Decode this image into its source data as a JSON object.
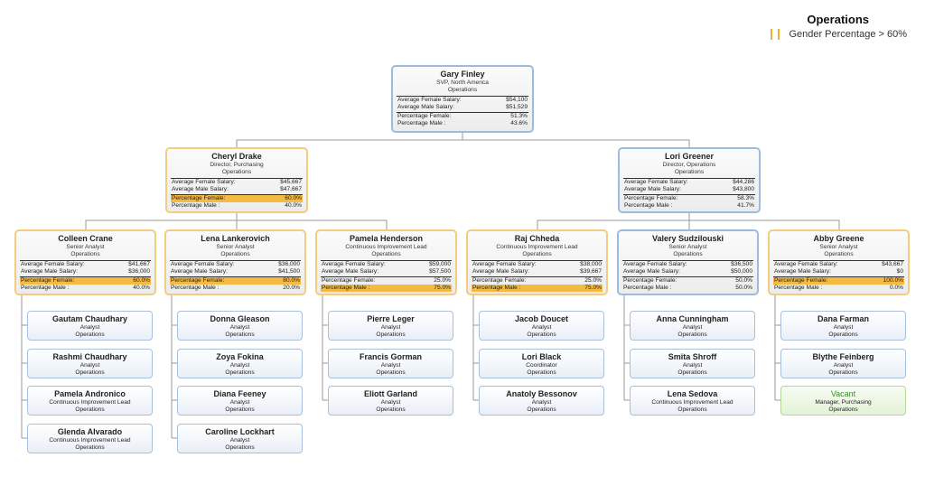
{
  "legend": {
    "title": "Operations",
    "label": "Gender Percentage > 60%"
  },
  "stat_labels": {
    "female_salary": "Average Female Salary:",
    "male_salary": "Average Male Salary:",
    "pct_female": "Percentage Female:",
    "pct_male": "Percentage Male :"
  },
  "root": {
    "name": "Gary Finley",
    "title": "SVP, North America",
    "dept": "Operations",
    "female_salary": "$54,100",
    "male_salary": "$51,529",
    "pct_female": "51.3%",
    "pct_male": "43.6%"
  },
  "managers": [
    {
      "name": "Cheryl Drake",
      "title": "Director, Purchasing",
      "dept": "Operations",
      "female_salary": "$45,667",
      "male_salary": "$47,667",
      "pct_female": "60.0%",
      "pct_male": "40.0%"
    },
    {
      "name": "Lori Greener",
      "title": "Director, Operations",
      "dept": "Operations",
      "female_salary": "$44,286",
      "male_salary": "$43,800",
      "pct_female": "58.3%",
      "pct_male": "41.7%"
    }
  ],
  "teams": [
    {
      "name": "Colleen Crane",
      "title": "Senior Analyst",
      "dept": "Operations",
      "female_salary": "$41,667",
      "male_salary": "$36,000",
      "pct_female": "60.0%",
      "pct_male": "40.0%",
      "reports": [
        {
          "name": "Gautam Chaudhary",
          "title": "Analyst",
          "dept": "Operations"
        },
        {
          "name": "Rashmi Chaudhary",
          "title": "Analyst",
          "dept": "Operations"
        },
        {
          "name": "Pamela Andronico",
          "title": "Continuous Improvement Lead",
          "dept": "Operations"
        },
        {
          "name": "Glenda Alvarado",
          "title": "Continuous Improvement Lead",
          "dept": "Operations"
        }
      ]
    },
    {
      "name": "Lena Lankerovich",
      "title": "Senior Analyst",
      "dept": "Operations",
      "female_salary": "$36,000",
      "male_salary": "$41,500",
      "pct_female": "80.0%",
      "pct_male": "20.0%",
      "reports": [
        {
          "name": "Donna Gleason",
          "title": "Analyst",
          "dept": "Operations"
        },
        {
          "name": "Zoya Fokina",
          "title": "Analyst",
          "dept": "Operations"
        },
        {
          "name": "Diana Feeney",
          "title": "Analyst",
          "dept": "Operations"
        },
        {
          "name": "Caroline Lockhart",
          "title": "Analyst",
          "dept": "Operations"
        }
      ]
    },
    {
      "name": "Pamela Henderson",
      "title": "Continuous Improvement Lead",
      "dept": "Operations",
      "female_salary": "$59,000",
      "male_salary": "$57,500",
      "pct_female": "25.0%",
      "pct_male": "75.0%",
      "reports": [
        {
          "name": "Pierre Leger",
          "title": "Analyst",
          "dept": "Operations"
        },
        {
          "name": "Francis Gorman",
          "title": "Analyst",
          "dept": "Operations"
        },
        {
          "name": "Eliott Garland",
          "title": "Analyst",
          "dept": "Operations"
        }
      ]
    },
    {
      "name": "Raj Chheda",
      "title": "Continuous Improvement Lead",
      "dept": "Operations",
      "female_salary": "$38,000",
      "male_salary": "$39,667",
      "pct_female": "25.0%",
      "pct_male": "75.0%",
      "reports": [
        {
          "name": "Jacob Doucet",
          "title": "Analyst",
          "dept": "Operations"
        },
        {
          "name": "Lori Black",
          "title": "Coordinator",
          "dept": "Operations"
        },
        {
          "name": "Anatoly Bessonov",
          "title": "Analyst",
          "dept": "Operations"
        }
      ]
    },
    {
      "name": "Valery Sudzilouski",
      "title": "Senior Analyst",
      "dept": "Operations",
      "female_salary": "$36,500",
      "male_salary": "$50,000",
      "pct_female": "50.0%",
      "pct_male": "50.0%",
      "reports": [
        {
          "name": "Anna Cunningham",
          "title": "Analyst",
          "dept": "Operations"
        },
        {
          "name": "Smita Shroff",
          "title": "Analyst",
          "dept": "Operations"
        },
        {
          "name": "Lena Sedova",
          "title": "Continuous Improvement Lead",
          "dept": "Operations"
        }
      ]
    },
    {
      "name": "Abby Greene",
      "title": "Senior Analyst",
      "dept": "Operations",
      "female_salary": "$43,667",
      "male_salary": "$0",
      "pct_female": "100.0%",
      "pct_male": "0.0%",
      "reports": [
        {
          "name": "Dana Farman",
          "title": "Analyst",
          "dept": "Operations"
        },
        {
          "name": "Blythe Feinberg",
          "title": "Analyst",
          "dept": "Operations"
        },
        {
          "name": "Vacant",
          "title": "Manager, Purchasing",
          "dept": "Operations"
        }
      ]
    }
  ]
}
